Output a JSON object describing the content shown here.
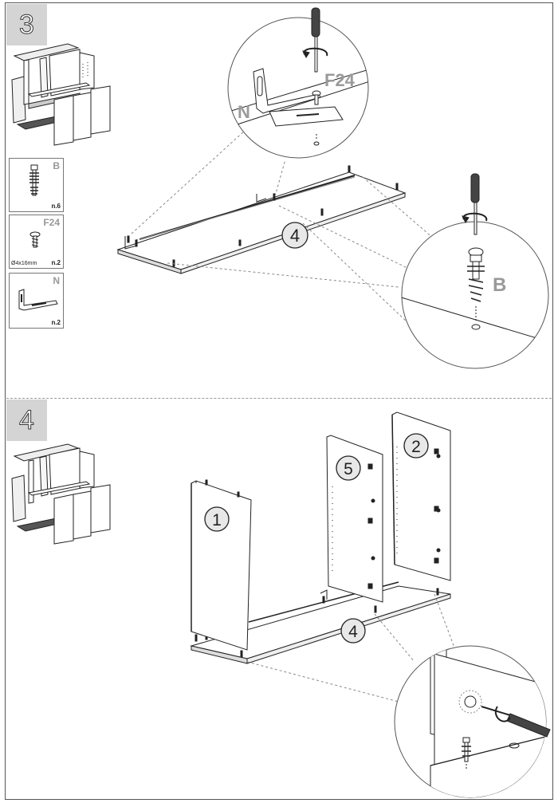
{
  "steps": {
    "step3": {
      "number": "3"
    },
    "step4": {
      "number": "4"
    }
  },
  "parts": [
    {
      "code": "B",
      "qty": "n.6",
      "size": ""
    },
    {
      "code": "F24",
      "qty": "n.2",
      "size": "Ø4x16mm"
    },
    {
      "code": "N",
      "qty": "n.2",
      "size": ""
    }
  ],
  "callouts": {
    "step3_zoom_left_labels": [
      "N",
      "F24"
    ],
    "step3_zoom_right_label": "B",
    "step3_panel": "4",
    "step4_panels": [
      "1",
      "5",
      "2",
      "4"
    ]
  },
  "colors": {
    "line": "#222222",
    "label_gray": "#9a9a9a",
    "badge_bg": "#d4d4d4"
  }
}
